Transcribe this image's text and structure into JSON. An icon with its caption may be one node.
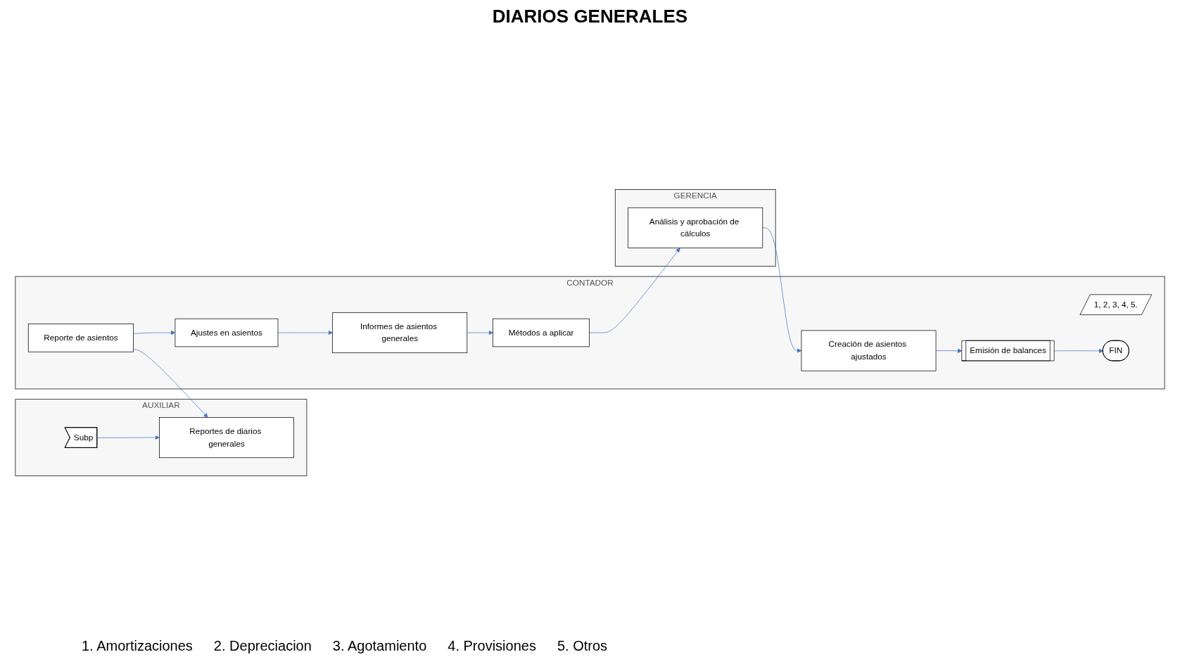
{
  "diagram": {
    "title": "DIARIOS GENERALES",
    "nodes": [
      {
        "text": [
          "AUXILIAR"
        ]
      },
      {
        "text": [
          "Subp"
        ],
        "in": 0
      },
      {
        "text": [
          "Reportes de diarios generales"
        ],
        "in": 0
      },
      {
        "text": [
          "CONTADOR"
        ]
      },
      {
        "text": [
          "Reporte de asientos"
        ],
        "in": 3
      },
      {
        "text": [
          "Ajustes en asientos"
        ],
        "in": 3
      },
      {
        "text": [
          "Informes de asientos generales"
        ],
        "in": 3
      },
      {
        "text": [
          "1, 2, 3, 4, 5."
        ],
        "in": 3
      },
      {
        "text": [
          "Métodos a aplicar"
        ],
        "in": 3
      },
      {
        "text": [
          "Creación de asientos ajustados"
        ],
        "in": 3
      },
      {
        "text": [
          "Emisión de balances"
        ],
        "in": 3
      },
      {
        "text": [
          "FIN"
        ],
        "in": 3
      },
      {
        "text": [
          "GERENCIA"
        ]
      },
      {
        "text": [
          "Análisis y aprobación de cálculos"
        ],
        "in": 12
      }
    ],
    "edges": [
      {
        "from": 1,
        "to": 2,
        "arrow": "to"
      },
      {
        "from": 4,
        "to": 2,
        "arrow": "to"
      },
      {
        "from": 4,
        "to": 5,
        "arrow": "to"
      },
      {
        "from": 5,
        "to": 6,
        "arrow": "to"
      },
      {
        "from": 6,
        "to": 8,
        "arrow": "to"
      },
      {
        "from": 8,
        "to": 13,
        "arrow": "to"
      },
      {
        "from": 13,
        "to": 9,
        "arrow": "to"
      },
      {
        "from": 9,
        "to": 10,
        "arrow": "to"
      },
      {
        "from": 10,
        "to": 11,
        "arrow": "to"
      }
    ],
    "labels": [
      "1. Amortizaciones",
      "2. Depreciacion",
      "3. Agotamiento",
      "4. Provisiones",
      "5. Otros"
    ]
  }
}
